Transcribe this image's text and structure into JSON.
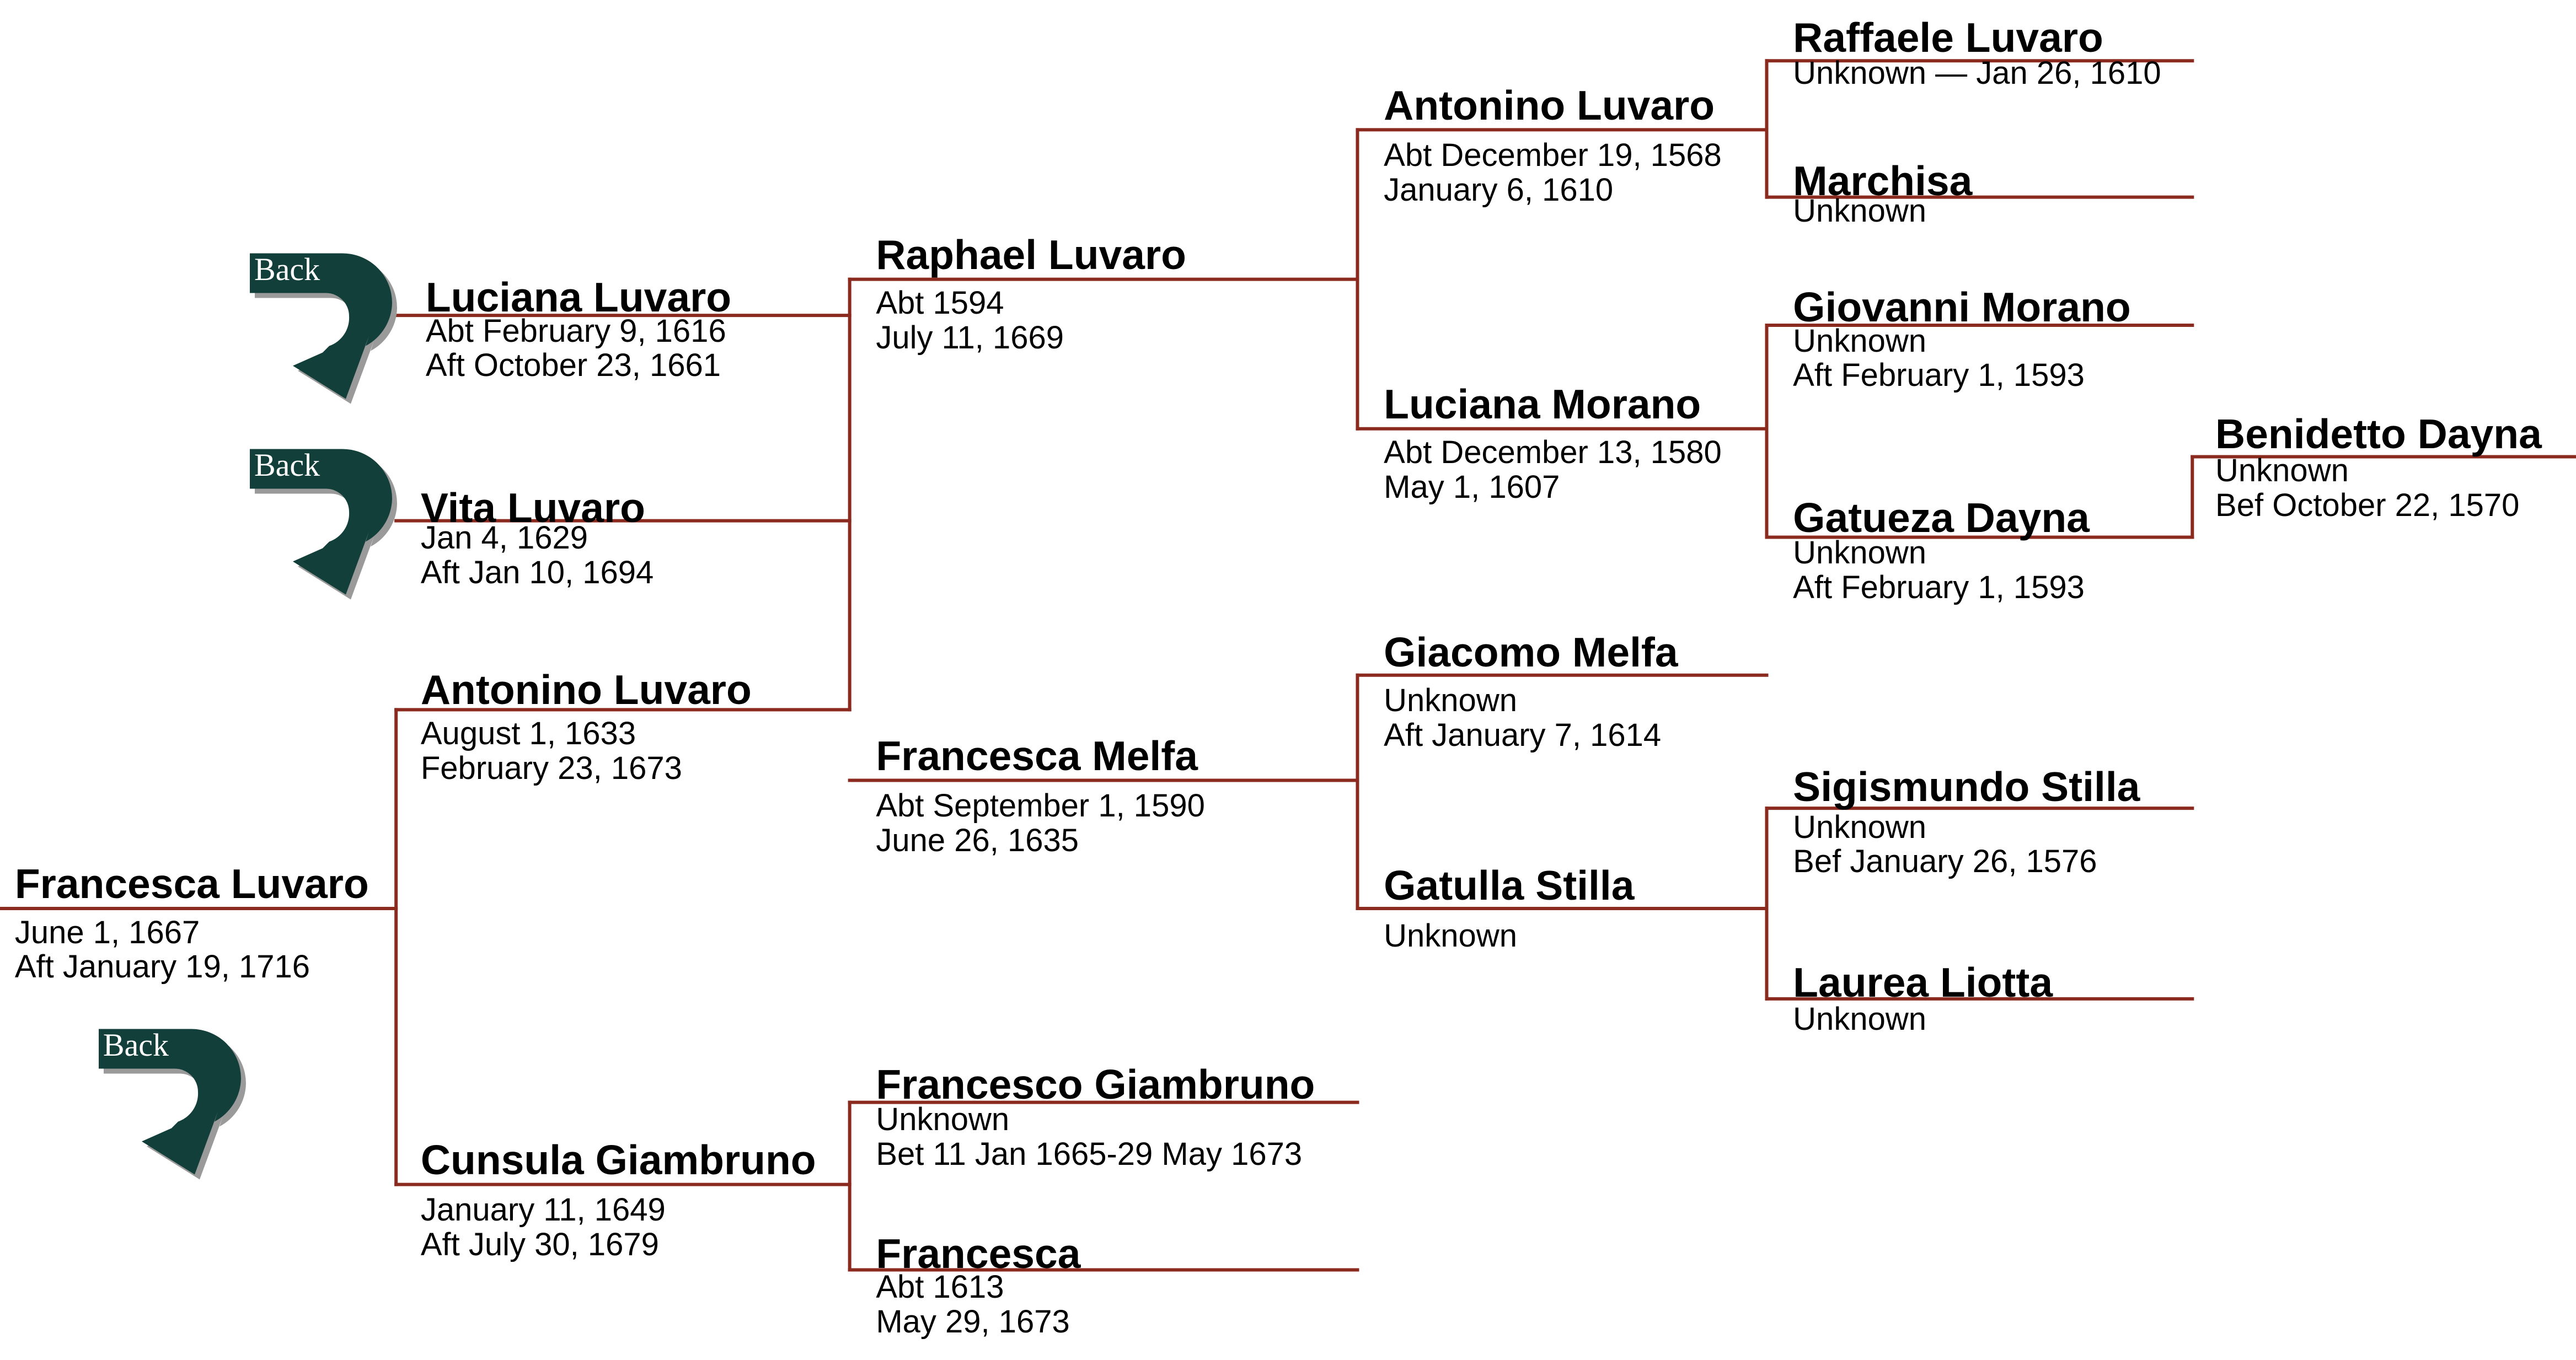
{
  "colors": {
    "line": "#8b2a1e",
    "button_teal": "#123f3a",
    "button_shadow": "#9a9a9a"
  },
  "back_label": "Back",
  "people": [
    {
      "id": "francesca-luvaro-root",
      "name": "Francesca Luvaro",
      "dates": [
        "June 1, 1667",
        "Aft  January 19, 1716"
      ]
    },
    {
      "id": "luciana-luvaro",
      "name": "Luciana Luvaro",
      "dates": [
        "Abt February 9, 1616",
        "Aft  October 23, 1661"
      ]
    },
    {
      "id": "vita-luvaro",
      "name": "Vita  Luvaro",
      "dates": [
        "Jan 4, 1629",
        "Aft Jan 10, 1694"
      ]
    },
    {
      "id": "antonino-luvaro-father",
      "name": "Antonino Luvaro",
      "dates": [
        "August 1, 1633",
        "February 23, 1673"
      ]
    },
    {
      "id": "cunsula-giambruno",
      "name": "Cunsula Giambruno",
      "dates": [
        "January 11, 1649",
        "Aft  July 30, 1679"
      ]
    },
    {
      "id": "raphael-luvaro",
      "name": "Raphael Luvaro",
      "dates": [
        "Abt  1594",
        "July 11, 1669"
      ]
    },
    {
      "id": "francesca-melfa",
      "name": "Francesca Melfa",
      "dates": [
        "Abt September 1, 1590",
        "June 26, 1635"
      ]
    },
    {
      "id": "francesco-giambruno",
      "name": "Francesco Giambruno",
      "dates": [
        "Unknown",
        "Bet 11 Jan 1665-29 May 1673"
      ]
    },
    {
      "id": "francesca",
      "name": "Francesca",
      "dates": [
        "Abt 1613",
        "May 29, 1673"
      ]
    },
    {
      "id": "antonino-luvaro-grandfather",
      "name": "Antonino Luvaro",
      "dates": [
        "Abt December 19, 1568",
        "January  6, 1610"
      ]
    },
    {
      "id": "luciana-morano",
      "name": "Luciana Morano",
      "dates": [
        "Abt December 13, 1580",
        "May 1, 1607"
      ]
    },
    {
      "id": "giacomo-melfa",
      "name": "Giacomo Melfa",
      "dates": [
        "Unknown",
        "Aft  January 7, 1614"
      ]
    },
    {
      "id": "gatulla-stilla",
      "name": "Gatulla Stilla",
      "dates": [
        "Unknown"
      ]
    },
    {
      "id": "raffaele-luvaro",
      "name": "Raffaele Luvaro",
      "dates": [
        "Unknown  —  Jan 26, 1610"
      ]
    },
    {
      "id": "marchisa",
      "name": "Marchisa",
      "dates": [
        "Unknown"
      ]
    },
    {
      "id": "giovanni-morano",
      "name": "Giovanni Morano",
      "dates": [
        "Unknown",
        "Aft  February 1, 1593"
      ]
    },
    {
      "id": "gatueza-dayna",
      "name": "Gatueza Dayna",
      "dates": [
        "Unknown",
        "Aft  February 1, 1593"
      ]
    },
    {
      "id": "sigismundo-stilla",
      "name": "Sigismundo Stilla",
      "dates": [
        "Unknown",
        "Bef  January 26, 1576"
      ]
    },
    {
      "id": "laurea-liotta",
      "name": "Laurea Liotta",
      "dates": [
        "Unknown"
      ]
    },
    {
      "id": "benidetto-dayna",
      "name": "Benidetto Dayna",
      "dates": [
        "Unknown",
        "Bef  October 22, 1570"
      ]
    }
  ]
}
